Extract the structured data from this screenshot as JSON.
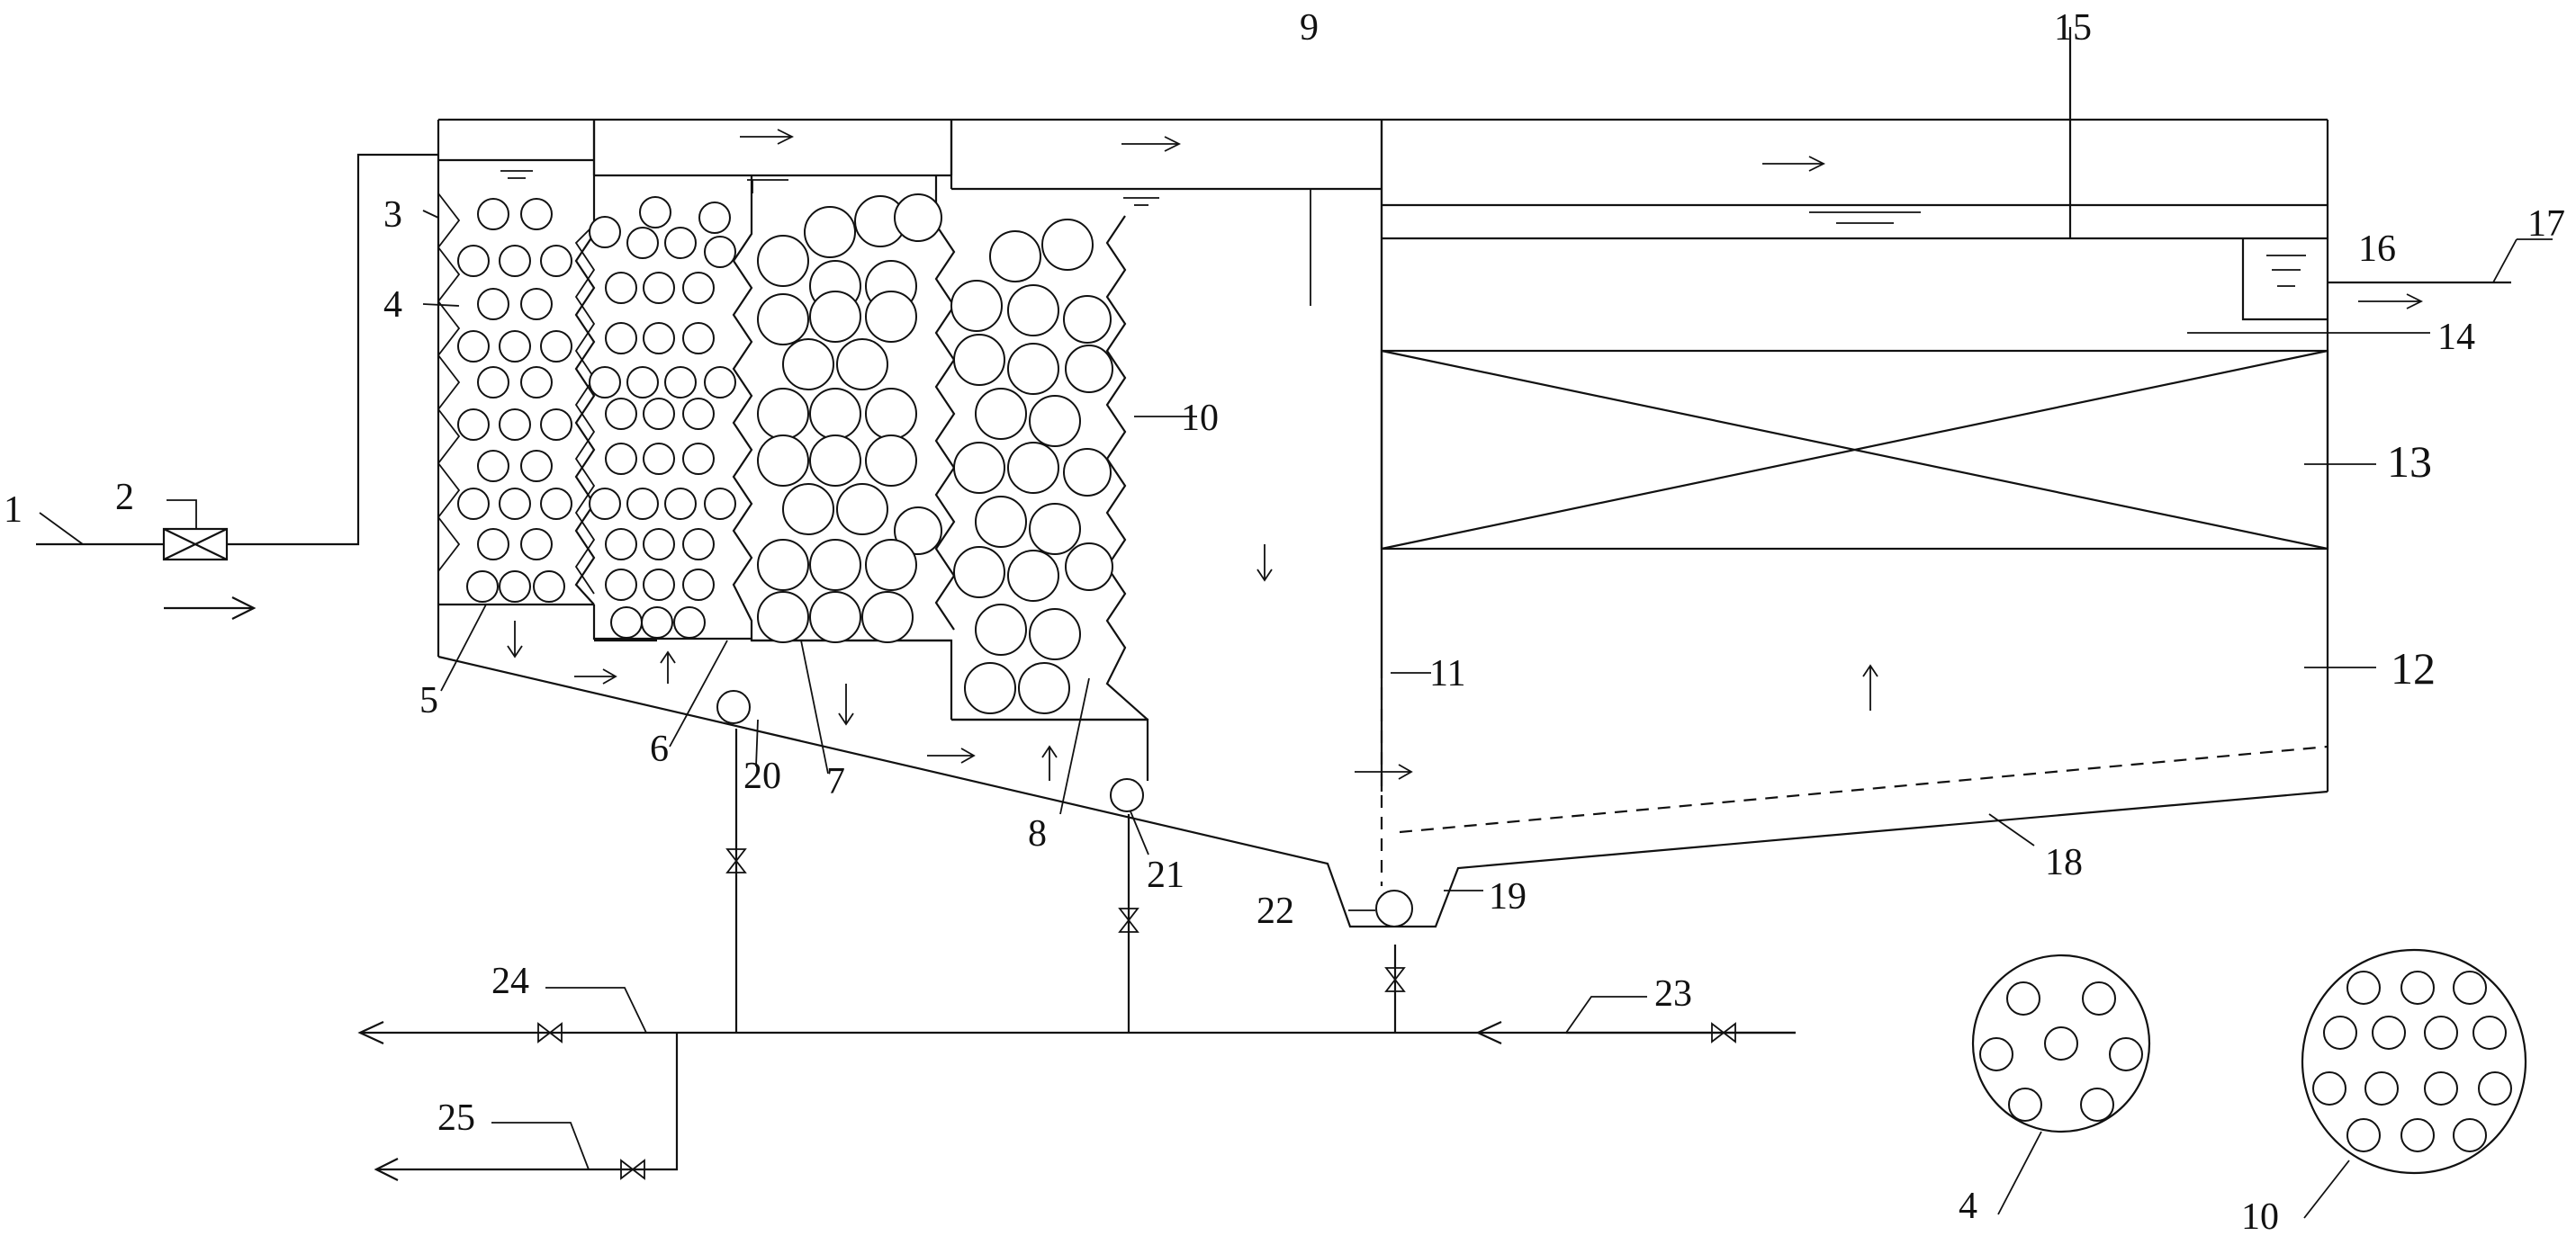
{
  "labels": {
    "l1": "1",
    "l2": "2",
    "l3": "3",
    "l4": "4",
    "l5": "5",
    "l6": "6",
    "l7": "7",
    "l8": "8",
    "l9": "9",
    "l10": "10",
    "l11": "11",
    "l12": "12",
    "l13": "13",
    "l14": "14",
    "l15": "15",
    "l16": "16",
    "l17": "17",
    "l18": "18",
    "l19": "19",
    "l20": "20",
    "l21": "21",
    "l22": "22",
    "l23": "23",
    "l24": "24",
    "l25": "25",
    "d4": "4",
    "d10": "10"
  }
}
